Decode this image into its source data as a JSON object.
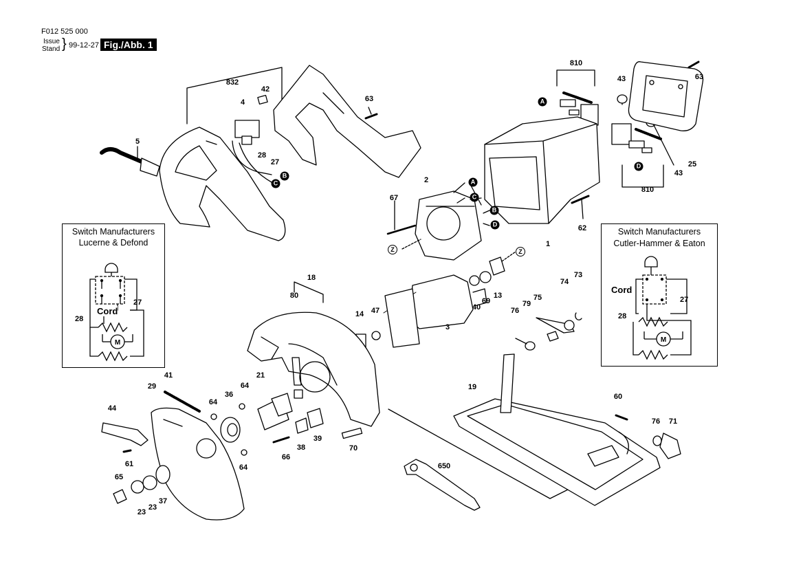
{
  "header": {
    "part_number": "F012 525 000",
    "issue_label": "Issue",
    "stand_label": "Stand",
    "date": "99-12-27",
    "figure": "Fig./Abb. 1"
  },
  "callouts": {
    "n832": "832",
    "n42": "42",
    "n4": "4",
    "n63a": "63",
    "n5": "5",
    "n28a": "28",
    "n27a": "27",
    "n810a": "810",
    "n43a": "43",
    "n63b": "63",
    "n43b": "43",
    "n25": "25",
    "n810b": "810",
    "n2": "2",
    "n67": "67",
    "n62": "62",
    "n1": "1",
    "n18": "18",
    "n80": "80",
    "n14": "14",
    "n47": "47",
    "n3": "3",
    "n40": "40",
    "n69": "69",
    "n13": "13",
    "n74": "74",
    "n73": "73",
    "n75": "75",
    "n79": "79",
    "n76a": "76",
    "n41": "41",
    "n29": "29",
    "n44": "44",
    "n21": "21",
    "n36": "36",
    "n64a": "64",
    "n64b": "64",
    "n64c": "64",
    "n61": "61",
    "n65": "65",
    "n23a": "23",
    "n23b": "23",
    "n37": "37",
    "n66": "66",
    "n38": "38",
    "n39": "39",
    "n70": "70",
    "n19": "19",
    "n60": "60",
    "n76b": "76",
    "n71": "71",
    "n650": "650"
  },
  "connector_labels": {
    "A": "A",
    "B": "B",
    "C": "C",
    "D": "D",
    "Z": "Z"
  },
  "box_left": {
    "title_line1": "Switch Manufacturers",
    "title_line2": "Lucerne & Defond",
    "cord": "Cord",
    "n28": "28",
    "n27": "27",
    "motor": "M"
  },
  "box_right": {
    "title_line1": "Switch Manufacturers",
    "title_line2": "Cutler-Hammer & Eaton",
    "cord": "Cord",
    "n28": "28",
    "n27": "27",
    "motor": "M"
  }
}
